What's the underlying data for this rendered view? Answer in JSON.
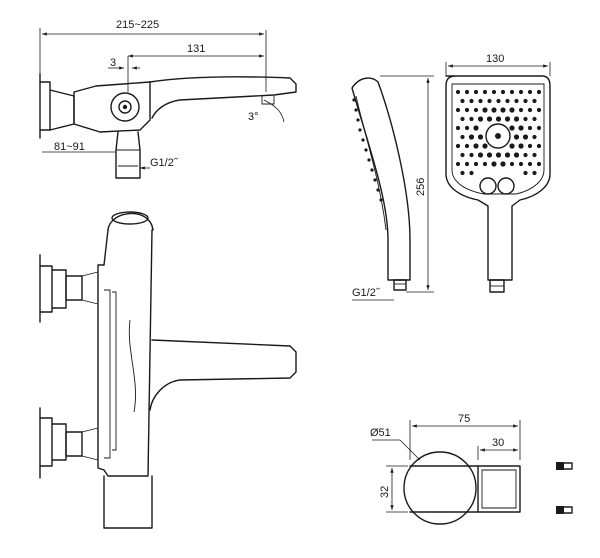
{
  "dimensions": {
    "overall_length": "215~225",
    "spout_reach": "131",
    "spout_offset": "3",
    "spout_angle": "3°",
    "centers": "81~91",
    "inlet_thread": "G1/2˝",
    "head_width": "130",
    "shower_length": "256",
    "handle_thread": "G1/2˝",
    "holder_length": "75",
    "holder_diameter": "Ø51",
    "holder_depth": "30",
    "holder_height": "32"
  }
}
